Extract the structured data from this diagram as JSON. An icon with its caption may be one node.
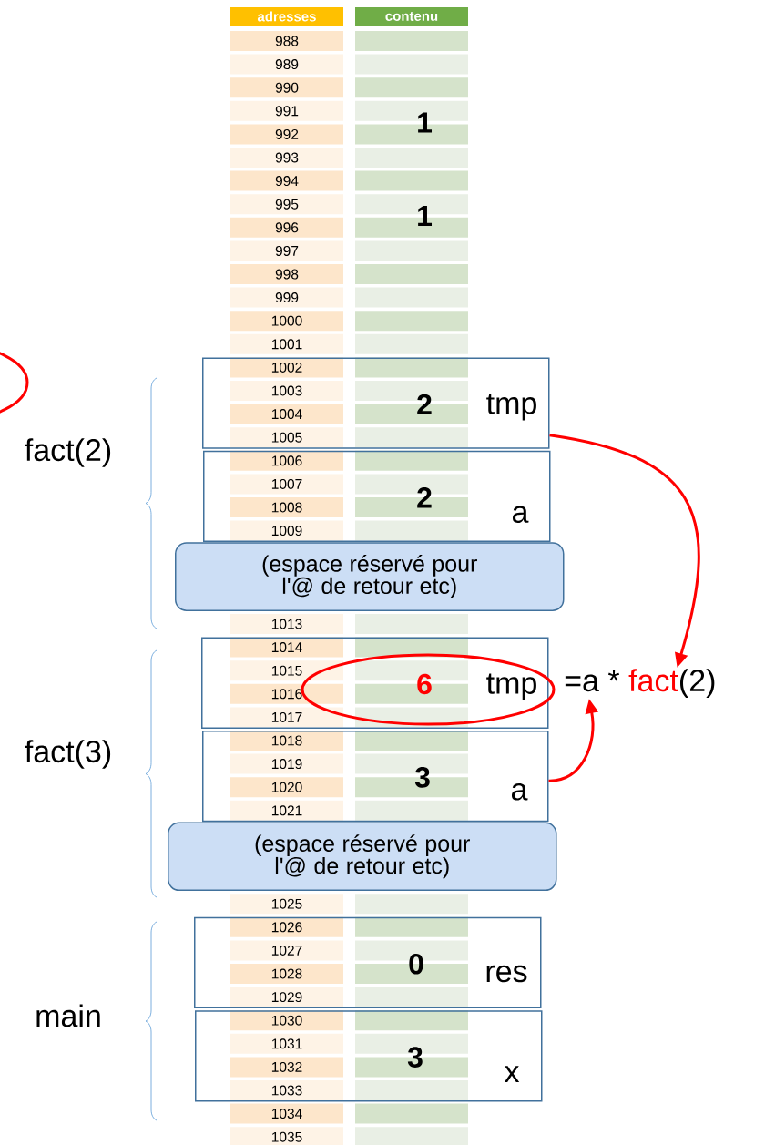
{
  "diagram": {
    "nodes": [
      {
        "text": [
          "2",
          "tmp"
        ]
      },
      {
        "text": [
          "2",
          "a"
        ]
      },
      {
        "text": [
          "(espace réservé pour l'@ de retour etc)"
        ]
      },
      {
        "text": [
          "6",
          "tmp"
        ]
      },
      {
        "text": [
          "3",
          "a"
        ]
      },
      {
        "text": [
          "(espace réservé pour l'@ de retour etc)"
        ]
      },
      {
        "text": [
          "0",
          "res"
        ]
      },
      {
        "text": [
          "3",
          "x"
        ]
      },
      {
        "text": [
          "=a *",
          "fact",
          "(2)"
        ]
      }
    ],
    "edges": [
      {
        "from": 0,
        "to": 8,
        "arrow": "to",
        "color": "#ff0000"
      },
      {
        "from": 4,
        "to": 8,
        "arrow": "to",
        "color": "#ff0000"
      }
    ],
    "labels": [
      "adresses",
      "contenu",
      "988",
      "989",
      "990",
      "991",
      "992",
      "993",
      "994",
      "995",
      "996",
      "997",
      "998",
      "999",
      "1000",
      "1001",
      "1002",
      "1003",
      "1004",
      "1005",
      "1006",
      "1007",
      "1008",
      "1009",
      "1013",
      "1014",
      "1015",
      "1016",
      "1017",
      "1018",
      "1019",
      "1020",
      "1021",
      "1025",
      "1026",
      "1027",
      "1028",
      "1029",
      "1030",
      "1031",
      "1032",
      "1033",
      "1034",
      "1035",
      "1",
      "1",
      "fact(2)",
      "fact(3)",
      "main"
    ]
  }
}
